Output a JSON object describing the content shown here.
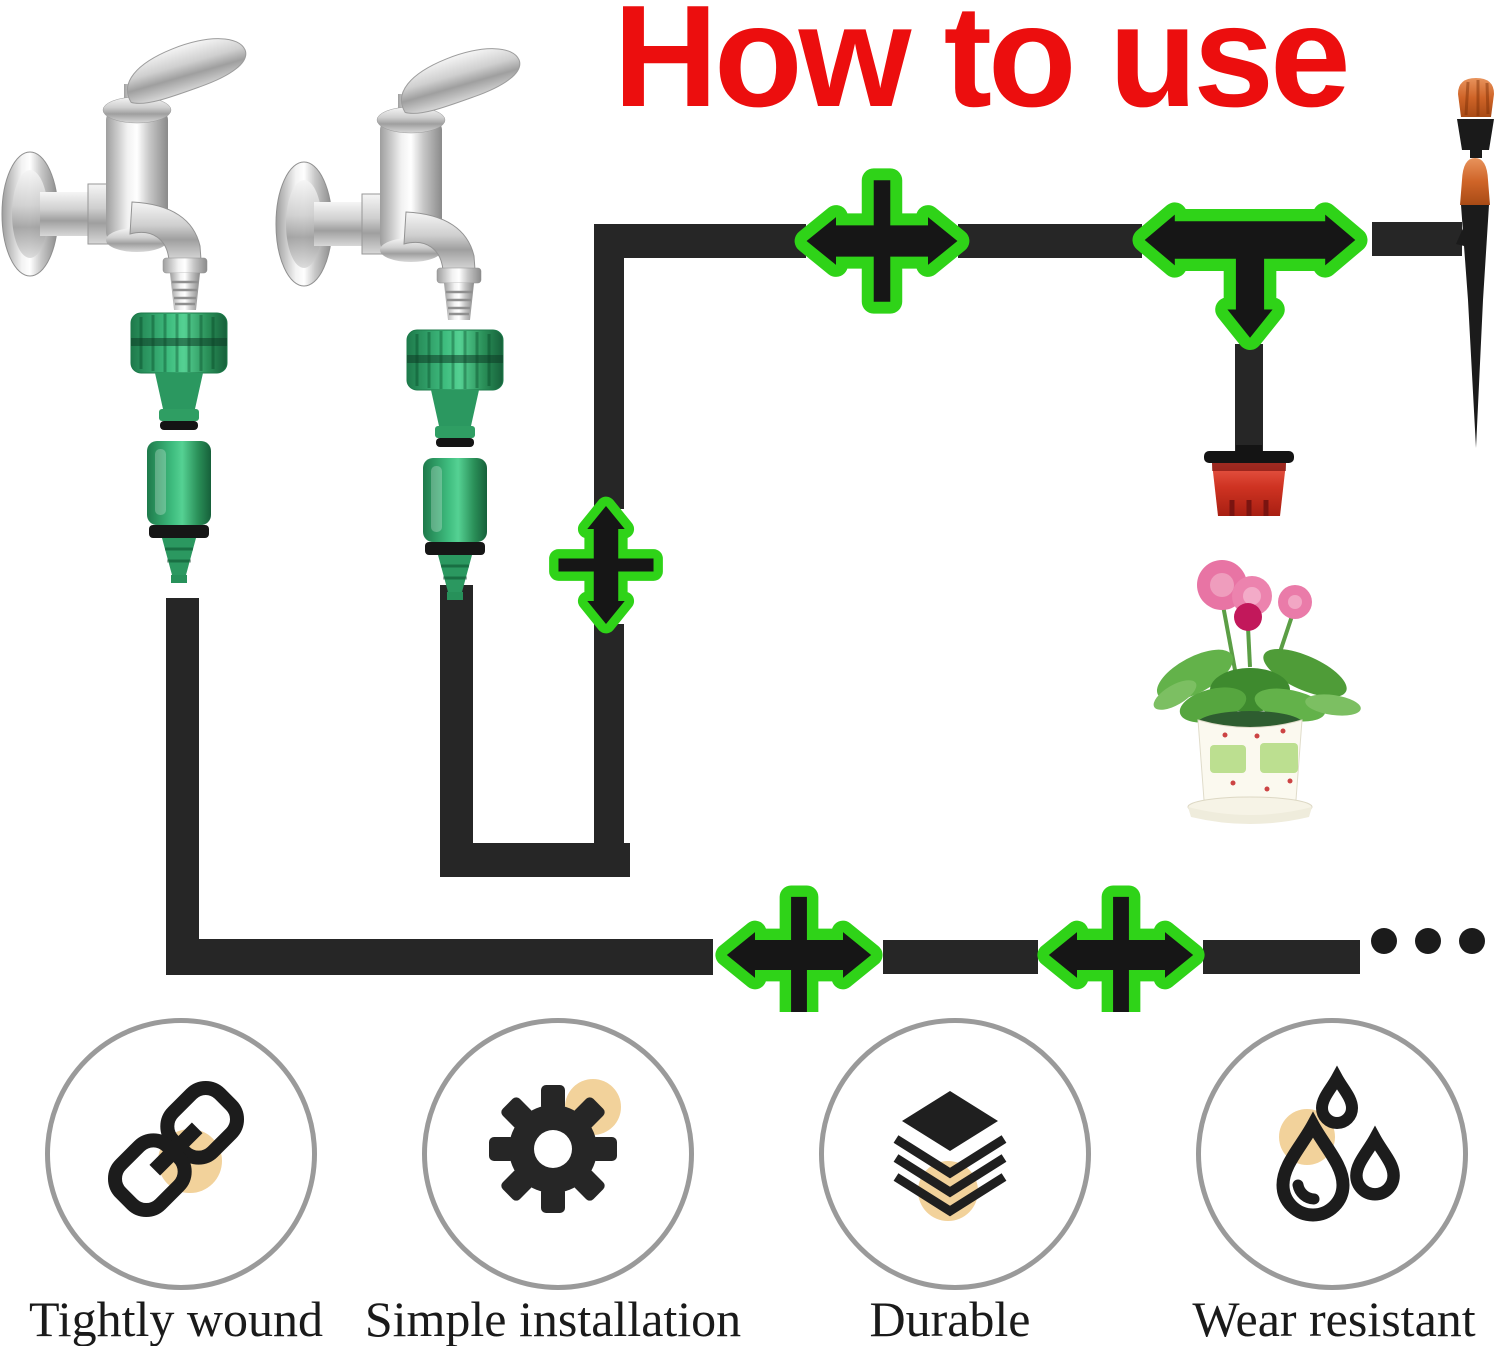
{
  "title": {
    "text": "How to use",
    "color": "#ec0e0e"
  },
  "diagram": {
    "components": [
      "faucet",
      "tap-adapter",
      "quick-connector",
      "tubing",
      "barbed-coupler",
      "tee-connector",
      "red-drip-head",
      "stake-emitter",
      "flower-pot"
    ],
    "highlight_color": "#2fd318",
    "tube_color": "#262626",
    "fitting_green": "#2f9e63",
    "dripper_red": "#cf3322",
    "emitter_orange": "#cf6428",
    "ellipsis_dots": 3
  },
  "features": [
    {
      "icon": "chain-icon",
      "label": "Tightly wound"
    },
    {
      "icon": "gear-icon",
      "label": "Simple installation"
    },
    {
      "icon": "layers-icon",
      "label": "Durable"
    },
    {
      "icon": "water-drops-icon",
      "label": "Wear resistant"
    }
  ],
  "feature_style": {
    "circle_stroke": "#9a9a9a",
    "icon_black": "#1c1c1c",
    "accent_tan": "#f2d29b",
    "text_color": "#1a1a1a"
  }
}
